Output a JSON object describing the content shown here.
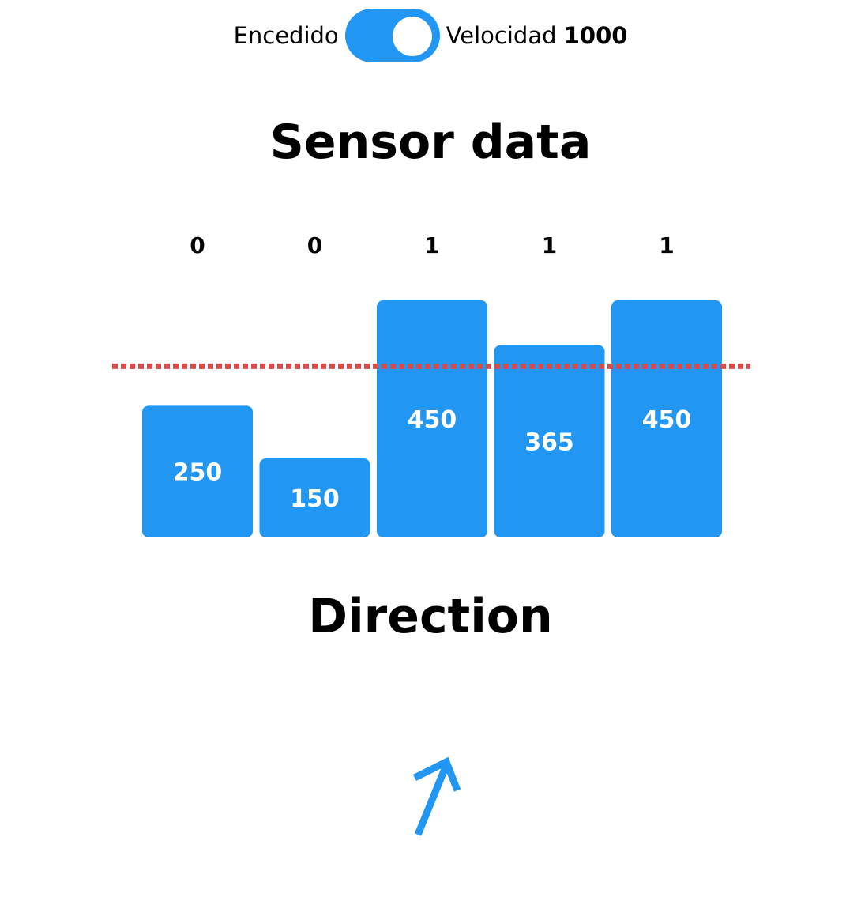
{
  "controls": {
    "power_label": "Encedido",
    "power_on": true,
    "speed_label": "Velocidad",
    "speed_value": "1000"
  },
  "sensor": {
    "title": "Sensor data"
  },
  "chart_data": {
    "type": "bar",
    "categories": [
      "0",
      "0",
      "1",
      "1",
      "1"
    ],
    "values": [
      250,
      150,
      450,
      365,
      450
    ],
    "threshold": 325,
    "ylim": [
      0,
      450
    ],
    "bar_color": "#2196f3",
    "threshold_color": "#d94b4b",
    "label_color": "#ffffff"
  },
  "direction": {
    "title": "Direction",
    "icon": "arrow-up-right-icon",
    "color": "#2196f3"
  }
}
